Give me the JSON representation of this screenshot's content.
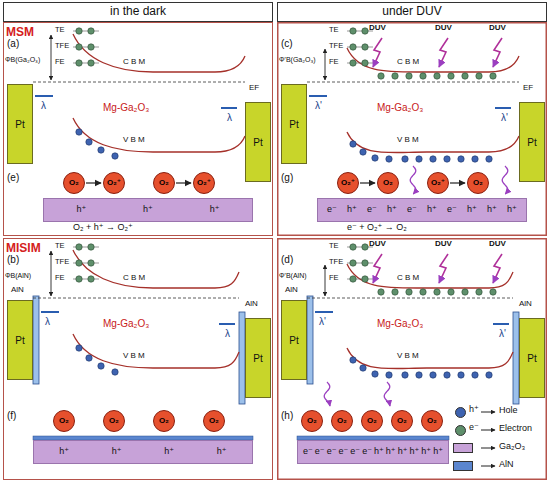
{
  "diagram": {
    "nodes": [
      {
        "text": [
          "in the dark"
        ]
      },
      {
        "text": [
          "under DUV"
        ]
      },
      {
        "text": [
          "MSM"
        ]
      },
      {
        "text": [
          "Pt"
        ],
        "in": 2
      },
      {
        "text": [
          "Pt"
        ],
        "in": 2
      },
      {
        "text": [
          "O₂"
        ],
        "in": 2
      },
      {
        "text": [
          "O₂⁺"
        ],
        "in": 2
      },
      {
        "text": [
          "O₂"
        ],
        "in": 2
      },
      {
        "text": [
          "O₂⁺"
        ],
        "in": 2
      },
      {
        "text": [
          "h⁺",
          "h⁺",
          "h⁺"
        ],
        "in": 2
      },
      {
        "text": [
          "Pt"
        ]
      },
      {
        "text": [
          "Pt"
        ]
      },
      {
        "text": [
          "O₂⁺"
        ]
      },
      {
        "text": [
          "O₂"
        ]
      },
      {
        "text": [
          "O₂⁺"
        ]
      },
      {
        "text": [
          "O₂"
        ]
      },
      {
        "text": [
          "e⁻",
          "h⁺",
          "e⁻",
          "h⁺",
          "e⁻",
          "h⁺",
          "e⁻",
          "h⁺",
          "h⁺",
          "h⁺"
        ]
      },
      {
        "text": [
          "MISIM"
        ]
      },
      {
        "text": [
          "Pt"
        ],
        "in": 17
      },
      {
        "text": [
          "Pt"
        ],
        "in": 17
      },
      {
        "text": [
          "O₂"
        ],
        "in": 17
      },
      {
        "text": [
          "O₂"
        ],
        "in": 17
      },
      {
        "text": [
          "O₂"
        ],
        "in": 17
      },
      {
        "text": [
          "O₂"
        ],
        "in": 17
      },
      {
        "text": [
          "h⁺",
          "h⁺",
          "h⁺",
          "h⁺"
        ],
        "in": 17
      },
      {
        "text": [
          "Pt"
        ]
      },
      {
        "text": [
          "Pt"
        ]
      },
      {
        "text": [
          "O₂"
        ]
      },
      {
        "text": [
          "O₂"
        ]
      },
      {
        "text": [
          "O₂"
        ]
      },
      {
        "text": [
          "O₂"
        ]
      },
      {
        "text": [
          "O₂"
        ]
      },
      {
        "text": [
          "e⁻",
          "e⁻",
          "e⁻",
          "e⁻",
          "e⁻",
          "e⁻",
          "h⁺",
          "h⁺",
          "h⁺",
          "h⁺",
          "h⁺",
          "h⁺"
        ]
      }
    ],
    "edges": [
      {
        "from": 5,
        "to": 6,
        "arrow": "to"
      },
      {
        "from": 7,
        "to": 8,
        "arrow": "to"
      },
      {
        "from": 12,
        "to": 13,
        "arrow": "to"
      },
      {
        "from": 14,
        "to": 15,
        "arrow": "to"
      }
    ],
    "labels": [
      "(a)",
      "ΦB(Ga₂O₃)",
      "TE",
      "TFE",
      "FE",
      "C B M",
      "V B M",
      "EF",
      "Mg-Ga₂O₃",
      "λ",
      "λ",
      "(e)",
      "O₂ + h⁺ → O₂⁺",
      "(c)",
      "Φ'B(Ga₂O₃)",
      "TE",
      "TFE",
      "FE",
      "C B M",
      "V B M",
      "EF",
      "Mg-Ga₂O₃",
      "λ'",
      "λ'",
      "DUV",
      "DUV",
      "DUV",
      "(g)",
      "e⁻ + O₂⁺ → O₂",
      "AlN",
      "(b)",
      "ΦB(AlN)",
      "TE",
      "TFE",
      "FE",
      "C B M",
      "V B M",
      "Mg-Ga₂O₃",
      "λ",
      "λ",
      "AlN",
      "(f)",
      "AlN",
      "(d)",
      "Φ'B(AlN)",
      "TE",
      "TFE",
      "FE",
      "C B M",
      "V B M",
      "Mg-Ga₂O₃",
      "λ'",
      "λ'",
      "AlN",
      "DUV",
      "DUV",
      "DUV",
      "(h)",
      "h⁺",
      "e⁻"
    ],
    "legend": [
      {
        "text": "Hole",
        "color": "#3e63b0"
      },
      {
        "text": "Electron",
        "color": "#5e8f6b"
      },
      {
        "text": "Ga₂O₃",
        "color": "#c7a2d8"
      },
      {
        "text": "AlN",
        "color": "#5b86cf"
      }
    ]
  }
}
